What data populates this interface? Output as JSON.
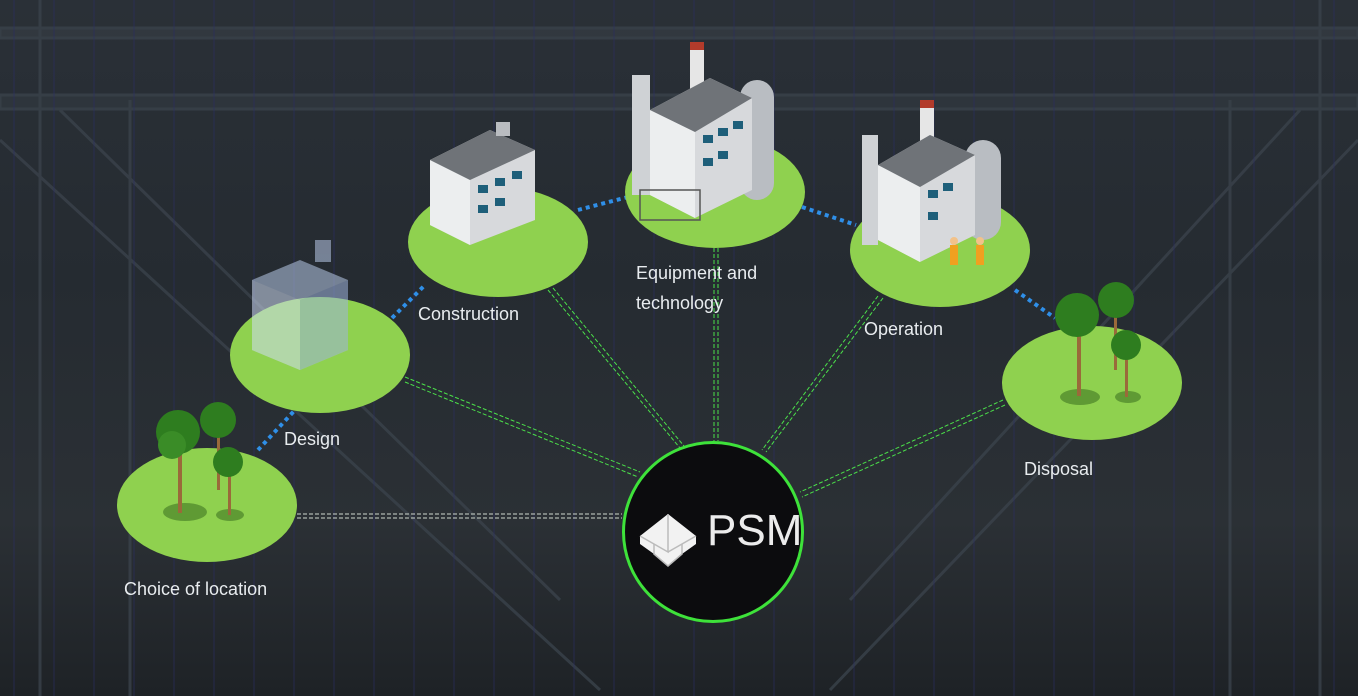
{
  "center": {
    "label": "PSM",
    "logo_icon": "psm-cube-logo"
  },
  "stages": [
    {
      "id": "choice-of-location",
      "label": "Choice of location",
      "icon": "trees-icon"
    },
    {
      "id": "design",
      "label": "Design",
      "icon": "blueprint-building-icon"
    },
    {
      "id": "construction",
      "label": "Construction",
      "icon": "building-icon"
    },
    {
      "id": "equipment-and-technology",
      "label_line1": "Equipment and",
      "label_line2": "technology",
      "icon": "factory-icon"
    },
    {
      "id": "operation",
      "label": "Operation",
      "icon": "factory-workers-icon"
    },
    {
      "id": "disposal",
      "label": "Disposal",
      "icon": "trees-icon"
    }
  ],
  "colors": {
    "stage_fill": "#8fd14f",
    "center_border": "#3ee23a",
    "connector": "#2f9be8",
    "spoke": "#4be04a"
  }
}
